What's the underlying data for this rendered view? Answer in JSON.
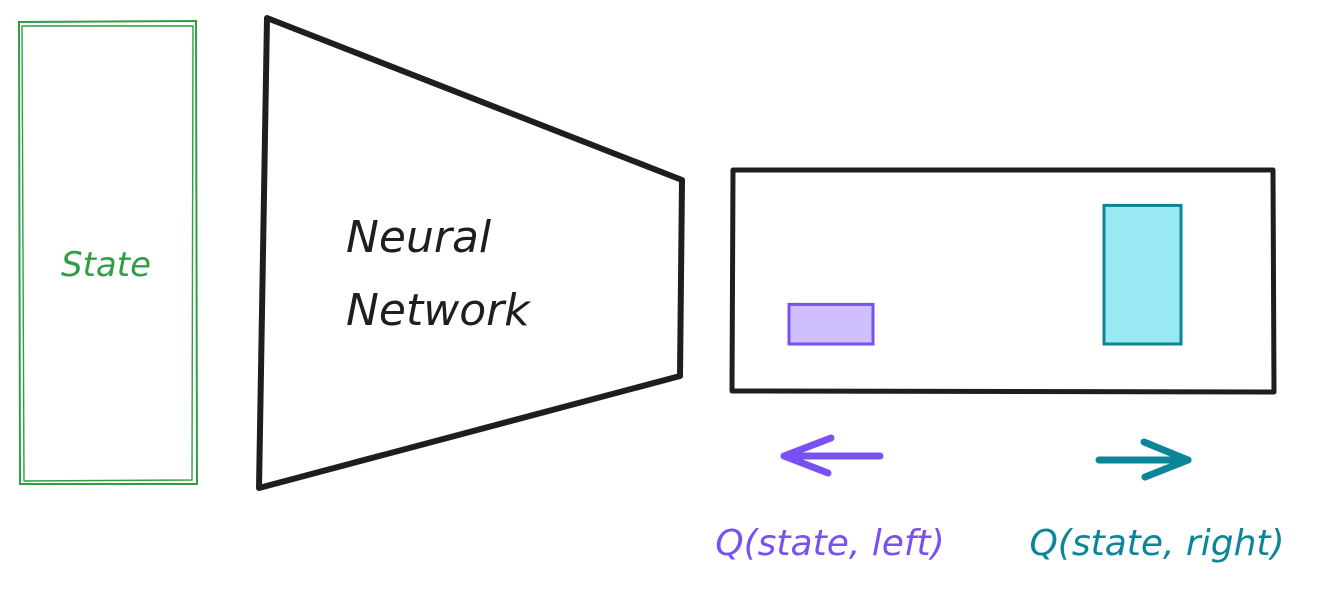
{
  "diagram": {
    "state_label": "State",
    "network_label_line1": "Neural",
    "network_label_line2": "Network",
    "q_left_label": "Q(state, left)",
    "q_right_label": "Q(state, right)"
  },
  "colors": {
    "state": "#2f9e44",
    "network": "#1e1e1e",
    "left": "#7950f2",
    "left_fill": "#d0bfff",
    "right": "#0c8599",
    "right_fill": "#99e9f2"
  },
  "icons": {
    "left_arrow": "arrow-left-icon",
    "right_arrow": "arrow-right-icon"
  },
  "q_values": [
    {
      "action": "left",
      "relative_value": 0.18
    },
    {
      "action": "right",
      "relative_value": 0.63
    }
  ]
}
